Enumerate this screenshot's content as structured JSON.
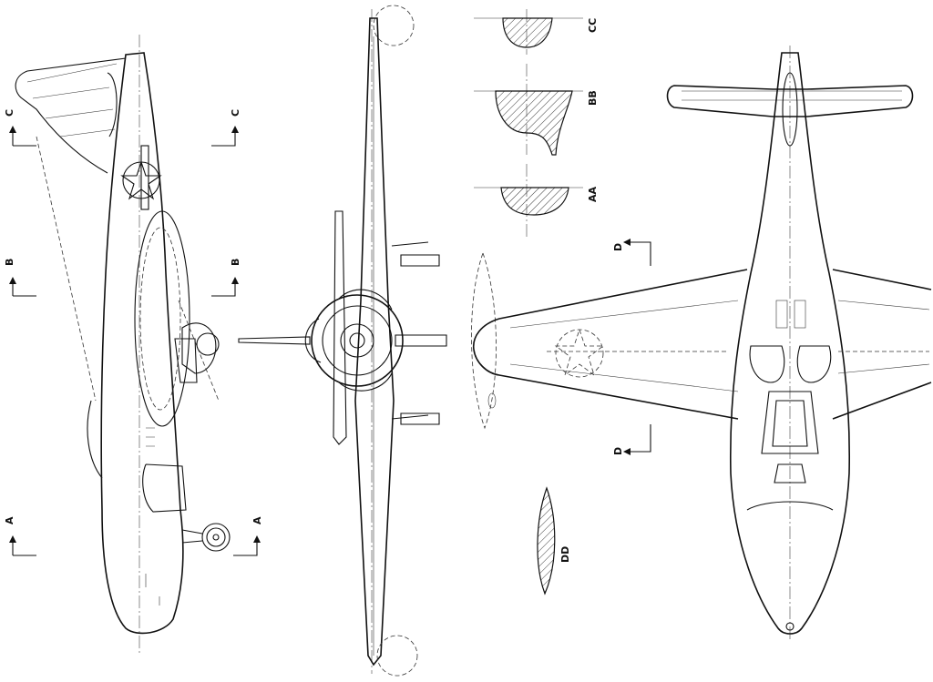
{
  "section_labels": {
    "cc": "CC",
    "bb": "BB",
    "aa": "AA",
    "dd": "DD"
  },
  "cut_markers": {
    "c": "C",
    "b": "B",
    "a": "A",
    "d": "D"
  }
}
